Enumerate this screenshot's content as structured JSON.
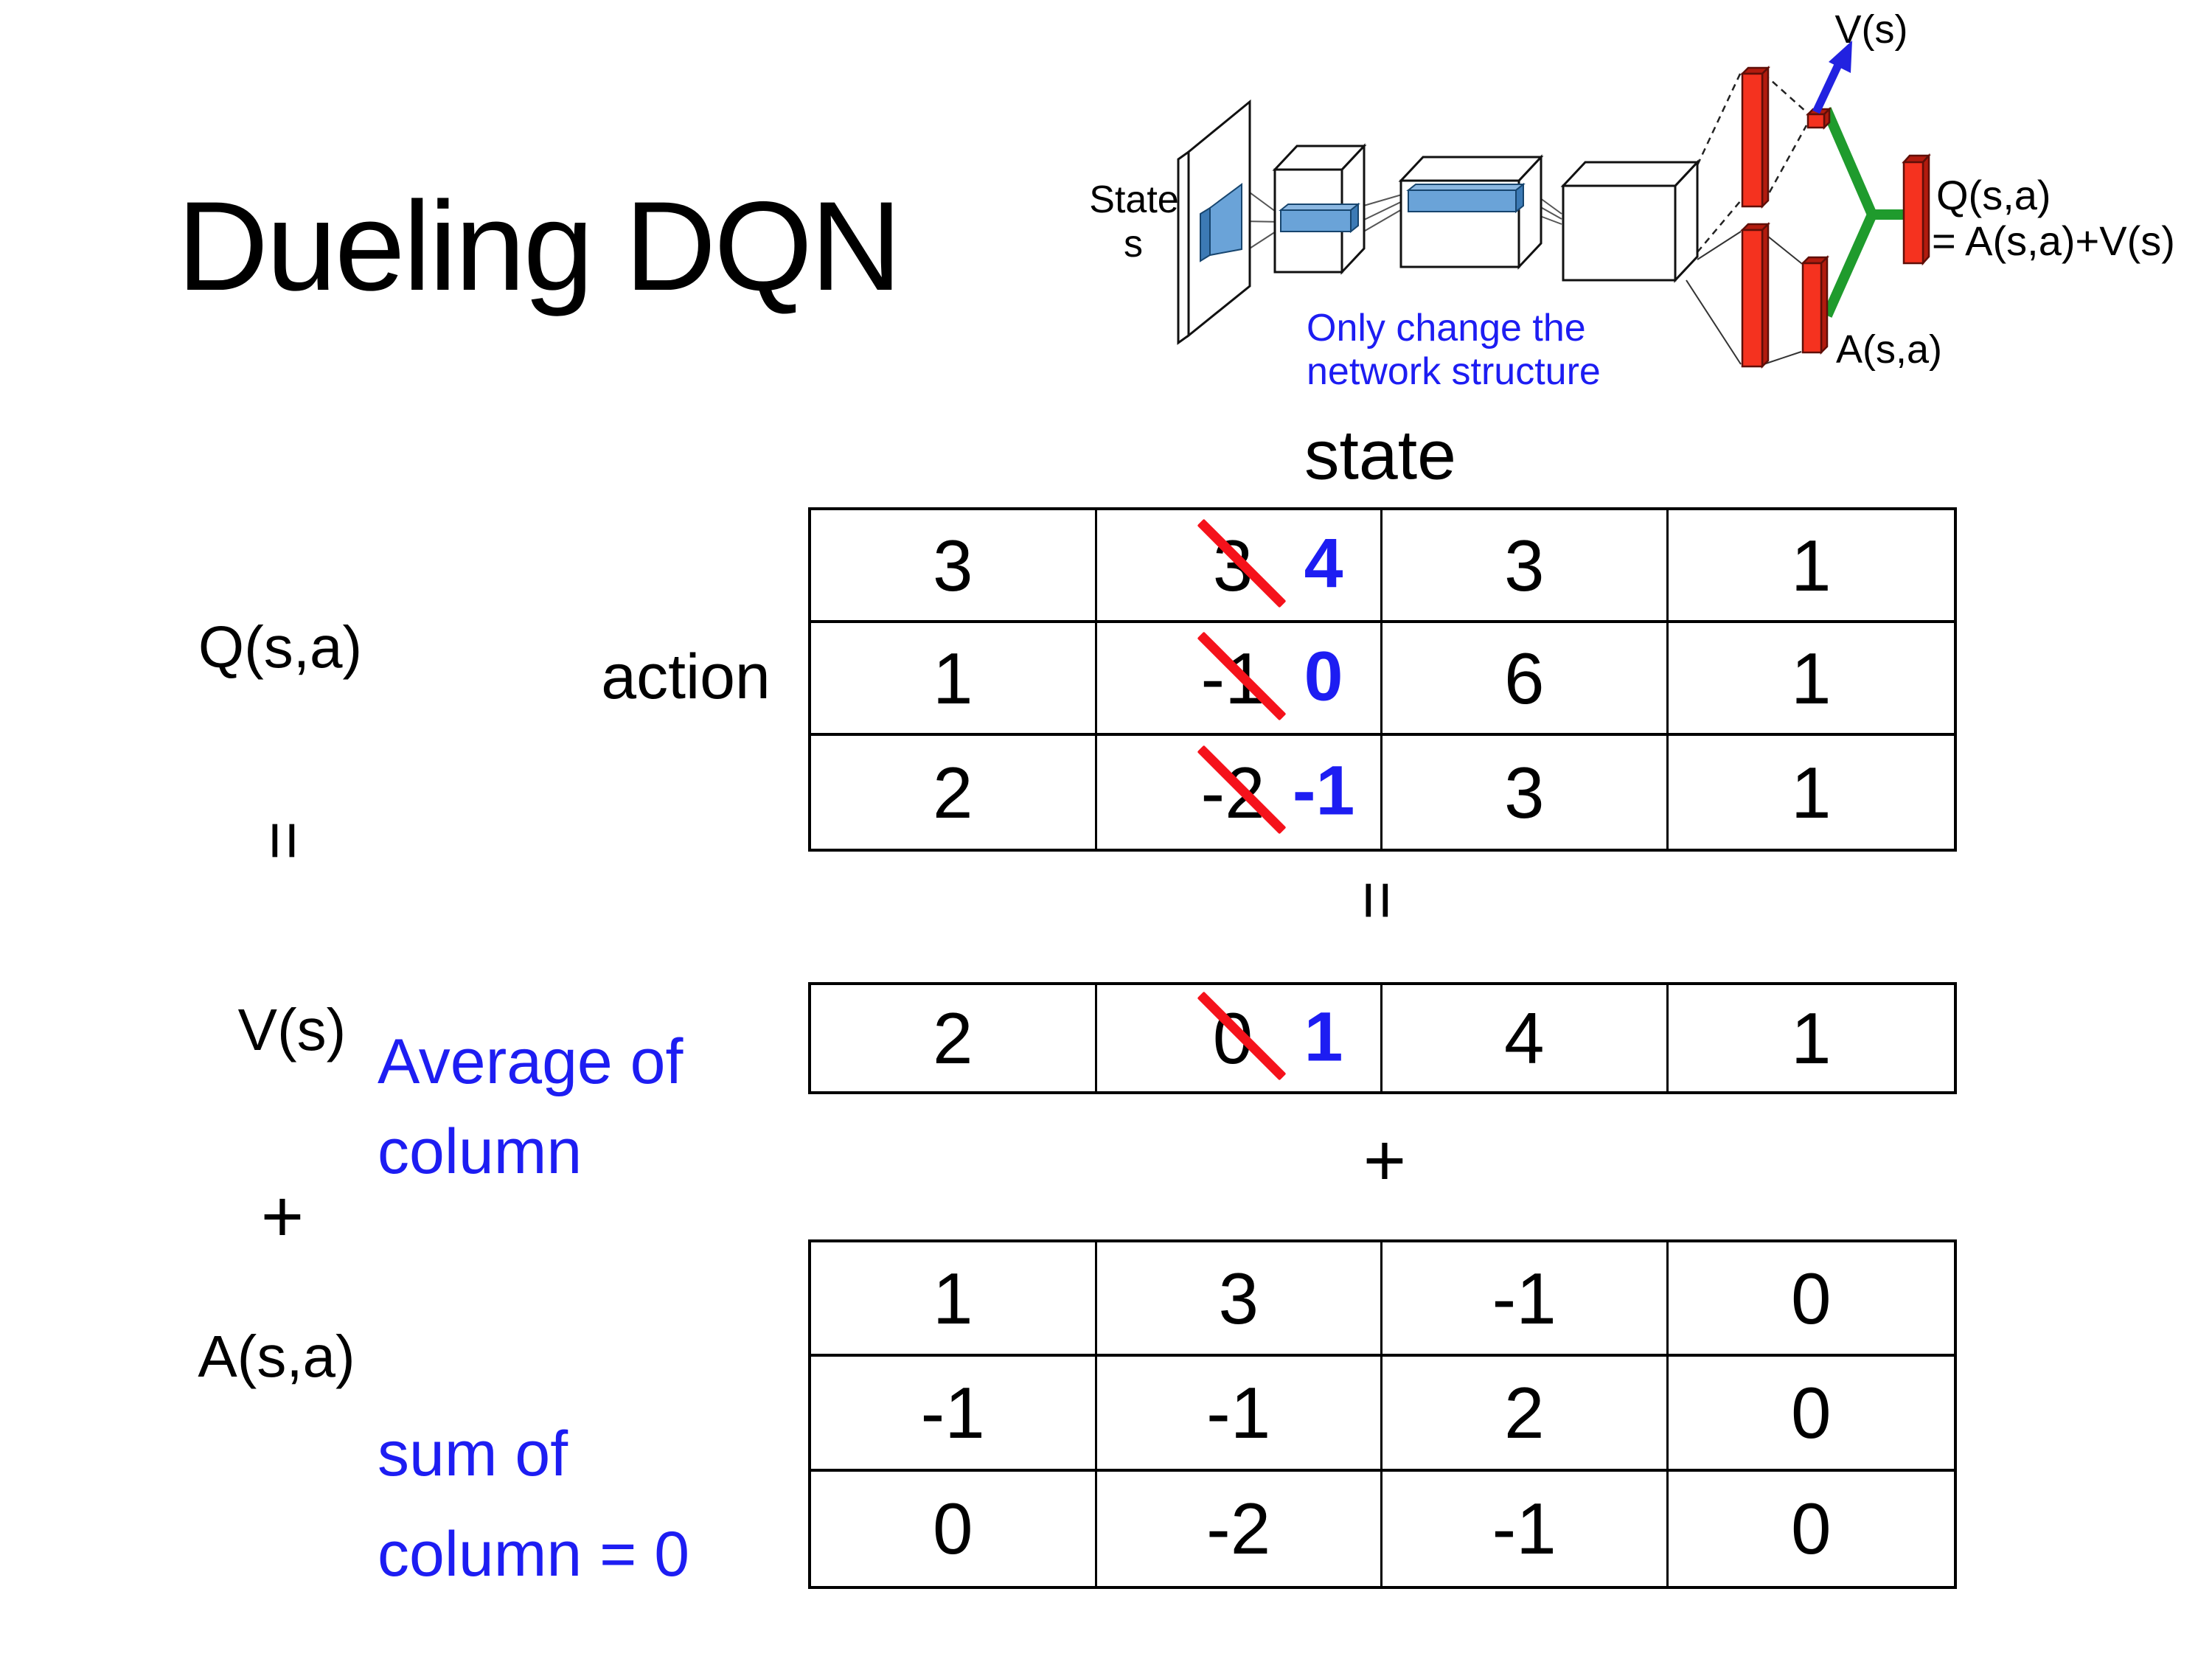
{
  "slide": {
    "title": "Dueling DQN",
    "background": "#ffffff"
  },
  "diagram": {
    "state_line1": "State",
    "state_line2": "s",
    "v_out_label": "V(s)",
    "q_out_line1": "Q(s,a)",
    "q_out_line2": "= A(s,a)+V(s)",
    "a_out_label": "A(s,a)",
    "note_line1": "Only change the",
    "note_line2": "network structure",
    "colors": {
      "bar_red": "#f5321f",
      "bar_red_shade": "#b21b0e",
      "feature_blue": "#6aa3d8",
      "feature_blue_dark": "#3c7ab5",
      "feature_blue_light": "#8cb8e2",
      "merge_green": "#1f9b2d",
      "arrow_blue": "#2222e0",
      "note_blue": "#1d1df2"
    }
  },
  "equation": {
    "q_label": "Q(s,a)",
    "equals_left": "=",
    "v_label": "V(s)",
    "plus_left": "+",
    "a_label": "A(s,a)",
    "avg_note_line1": "Average of",
    "avg_note_line2": "column",
    "sum_note_line1": "sum of",
    "sum_note_line2": "column = 0",
    "state_header": "state",
    "action_label": "action",
    "equals_center": "=",
    "plus_center": "+"
  },
  "q_table": {
    "rows": [
      [
        "3",
        {
          "old": "3",
          "new": "4"
        },
        "3",
        "1"
      ],
      [
        "1",
        {
          "old": "-1",
          "new": "0"
        },
        "6",
        "1"
      ],
      [
        "2",
        {
          "old": "-2",
          "new": "-1"
        },
        "3",
        "1"
      ]
    ]
  },
  "v_table": {
    "rows": [
      [
        "2",
        {
          "old": "0",
          "new": "1"
        },
        "4",
        "1"
      ]
    ]
  },
  "a_table": {
    "rows": [
      [
        "1",
        "3",
        "-1",
        "0"
      ],
      [
        "-1",
        "-1",
        "2",
        "0"
      ],
      [
        "0",
        "-2",
        "-1",
        "0"
      ]
    ]
  },
  "colors": {
    "strike_red": "#f5121b",
    "replacement_blue": "#1d1df2",
    "text_black": "#000000"
  }
}
